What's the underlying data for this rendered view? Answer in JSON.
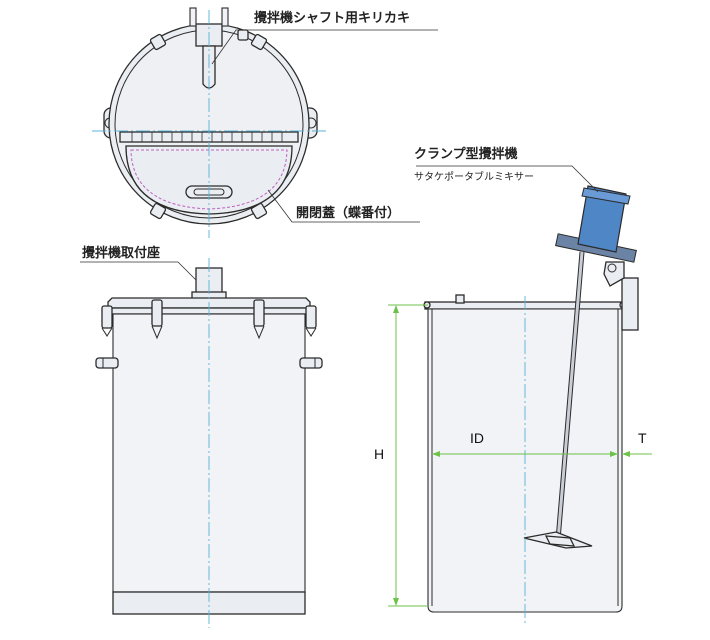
{
  "labels": {
    "shaft_notch": "攪拌機シャフト用キリカキ",
    "hinged_lid": "開閉蓋（蝶番付）",
    "mixer_mount": "攪拌機取付座",
    "clamp_mixer": "クランプ型攪拌機",
    "clamp_mixer_sub": "サタケポータブルミキサー"
  },
  "dimensions": {
    "height": "H",
    "inner_diameter": "ID",
    "thickness": "T"
  },
  "colors": {
    "steel": "#eaedf1",
    "outline": "#2b2b2b",
    "centerline": "#58b3d8",
    "dimension_line": "#6cc24a",
    "mixer_motor": "#4f86c6",
    "lid_gasket": "#c060c0"
  }
}
